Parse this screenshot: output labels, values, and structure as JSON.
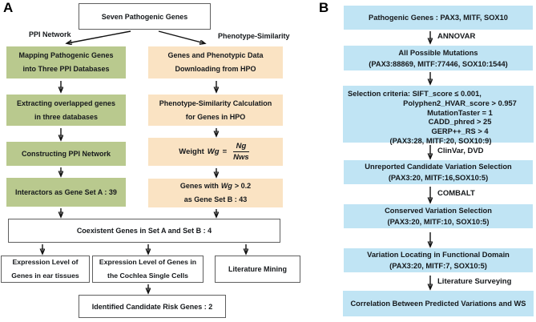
{
  "colors": {
    "green": "#b9c98e",
    "orange": "#fae3c3",
    "blue": "#c0e4f4",
    "border": "#5f5f5f",
    "text": "#15181b"
  },
  "panel_a": {
    "label": "A",
    "root": "Seven Pathogenic Genes",
    "branch_left": "PPI Network",
    "branch_right": "Phenotype-Similarity",
    "ppi": {
      "step1_l1": "Mapping Pathogenic Genes",
      "step1_l2": "into Three PPI Databases",
      "step2_l1": "Extracting overlapped genes",
      "step2_l2": "in three databases",
      "step3": "Constructing PPI Network",
      "step4": "Interactors as Gene Set A : 39"
    },
    "pheno": {
      "step1_l1": "Genes and Phenotypic Data",
      "step1_l2": "Downloading from HPO",
      "step2_l1": "Phenotype-Similarity Calculation",
      "step2_l2": "for Genes in HPO",
      "formula": {
        "prefix": "Weight",
        "var": "Wg",
        "eq": "=",
        "num": "Ng",
        "den": "Nws"
      },
      "step4_l1a": "Genes with",
      "step4_l1b": "Wg",
      "step4_l1c": "> 0.2",
      "step4_l2": "as Gene Set B : 43"
    },
    "merge": "Coexistent Genes in Set A and Set B : 4",
    "eval1_l1": "Expression Level of",
    "eval1_l2": "Genes in ear tissues",
    "eval2_l1": "Expression Level of Genes in",
    "eval2_l2": "the Cochlea Single Cells",
    "eval3": "Literature Mining",
    "result": "Identified Candidate Risk Genes : 2"
  },
  "panel_b": {
    "label": "B",
    "box1": "Pathogenic Genes : PAX3, MITF, SOX10",
    "arrow1_label": "ANNOVAR",
    "box2_l1": "All Possible Mutations",
    "box2_l2": "(PAX3:88869, MITF:77446, SOX10:1544)",
    "box3_l1": "Selection criteria: SIFT_score ≤ 0.001,",
    "box3_l2": "Polyphen2_HVAR_score > 0.957",
    "box3_l3": "MutationTaster = 1",
    "box3_l4": "CADD_phred > 25",
    "box3_l5": "GERP++_RS > 4",
    "box3_l6": "(PAX3:28, MITF:20, SOX10:9)",
    "arrow3_label": "ClinVar, DVD",
    "box4_l1": "Unreported Candidate Variation Selection",
    "box4_l2": "(PAX3:20, MITF:16,SOX10:5)",
    "arrow4_label": "COMBALT",
    "box5_l1": "Conserved Variation Selection",
    "box5_l2": "(PAX3:20, MITF:10, SOX10:5)",
    "box6_l1": "Variation Locating in Functional Domain",
    "box6_l2": "(PAX3:20, MITF:7, SOX10:5)",
    "arrow6_label": "Literature Surveying",
    "box7": "Correlation Between Predicted Variations and WS"
  }
}
